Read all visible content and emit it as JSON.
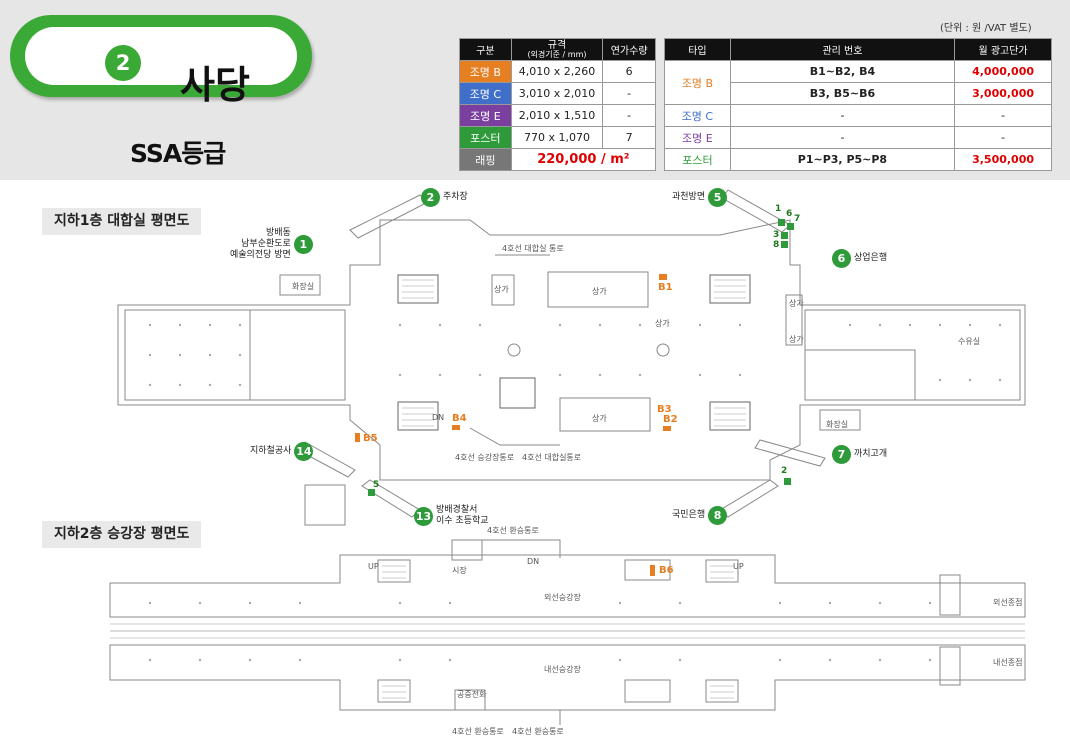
{
  "station": {
    "number": "2",
    "name": "사당",
    "grade": "SSA등급"
  },
  "unit_note": "(단위 : 원 /VAT 별도)",
  "spec_table": {
    "headers": [
      "구분",
      "규격\n(외경기준 / mm)",
      "연가수량"
    ],
    "header_size": "규격",
    "header_size_sub": "(외경기준 / mm)",
    "rows": [
      {
        "type": "조명 B",
        "size": "4,010 x 2,260",
        "qty": "6"
      },
      {
        "type": "조명 C",
        "size": "3,010 x 2,010",
        "qty": "-"
      },
      {
        "type": "조명 E",
        "size": "2,010 x 1,510",
        "qty": "-"
      },
      {
        "type": "포스터",
        "size": "770 x 1,070",
        "qty": "7"
      }
    ],
    "wrapping": {
      "type": "래핑",
      "price": "220,000 / m²"
    }
  },
  "price_table": {
    "headers": [
      "타입",
      "관리 번호",
      "월 광고단가"
    ],
    "rows": [
      {
        "type": "조명 B",
        "ids": "B1~B2, B4",
        "price": "4,000,000"
      },
      {
        "type": "",
        "ids": "B3, B5~B6",
        "price": "3,000,000"
      },
      {
        "type": "조명 C",
        "ids": "-",
        "price": "-"
      },
      {
        "type": "조명 E",
        "ids": "-",
        "price": "-"
      },
      {
        "type": "포스터",
        "ids": "P1~P3, P5~P8",
        "price": "3,500,000"
      }
    ]
  },
  "plans": {
    "b1_title": "지하1층 대합실 평면도",
    "b2_title": "지하2층 승강장 평면도"
  },
  "exits": [
    {
      "num": "1",
      "label": "방배동\n남부순환도로\n예술의전당 방면"
    },
    {
      "num": "2",
      "label": "주차장"
    },
    {
      "num": "5",
      "label": "과천방면"
    },
    {
      "num": "6",
      "label": "상업은행"
    },
    {
      "num": "7",
      "label": "까치고개"
    },
    {
      "num": "8",
      "label": "국민은행"
    },
    {
      "num": "13",
      "label": "방배경찰서\n이수 초등학교"
    },
    {
      "num": "14",
      "label": "지하철공사"
    }
  ],
  "ad_marks": [
    "B1",
    "B2",
    "B3",
    "B4",
    "B5",
    "B6"
  ],
  "poster_marks": [
    "1",
    "6",
    "7",
    "3",
    "8",
    "2",
    "5"
  ],
  "plan_texts": {
    "line4_concourse_top": "4호선 대합실 통로",
    "shop": "상가",
    "shop_b": "상가",
    "shop_c": "상가",
    "restroom": "화장실",
    "restroom2": "화장실",
    "breastfeeding": "수유실",
    "shop_v1": "상가",
    "shop_v2": "상가",
    "shop_v3": "상가",
    "transfer_line4": "4호선 승강장통로",
    "concourse_line4": "4호선 대합실통로",
    "dn": "DN",
    "transfer_top": "4호선 환승통로",
    "outer_platform": "외선승강장",
    "inner_platform": "내선승강장",
    "outer_end": "외선종점",
    "inner_end": "내선종점",
    "up": "UP",
    "up2": "UP",
    "dn2": "DN",
    "market": "시장",
    "public_tel": "공중전화",
    "transfer_b1": "4호선 환승통로",
    "transfer_b2": "4호선 환승통로"
  }
}
